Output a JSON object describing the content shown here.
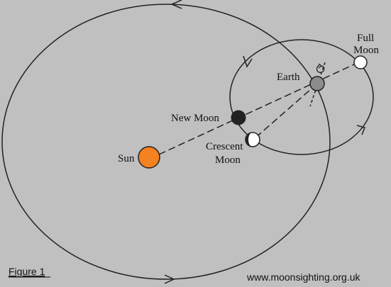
{
  "labels": {
    "sun": "Sun",
    "earth": "Earth",
    "new_moon": "New Moon",
    "full_moon_line1": "Full",
    "full_moon_line2": "Moon",
    "crescent_line1": "Crescent",
    "crescent_line2": "Moon",
    "figure": "Figure 1",
    "website": "www.moonsighting.org.uk"
  },
  "colors": {
    "background": "#c0c0c0",
    "sun": "#f58220",
    "earth": "#8c8c8c",
    "new_moon": "#222222",
    "full_moon": "#ffffff",
    "lines": "#222222"
  },
  "icons": {
    "orbit_arrow": "chevron-arrow-icon",
    "earth_spin": "rotation-arrow-icon"
  }
}
